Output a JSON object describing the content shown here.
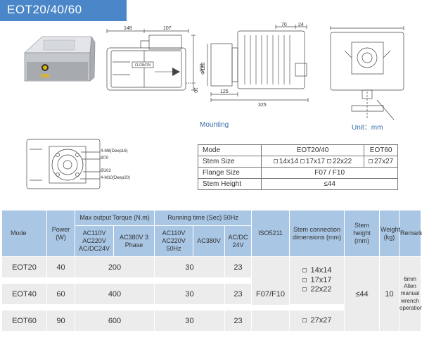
{
  "title": "EOT20/40/60",
  "drawing_dims": {
    "side_a": "148",
    "side_b": "107",
    "side_height": "153",
    "side_flange": "10",
    "front_diameter": "Φ120",
    "front_top_a": "70",
    "front_top_b": "24",
    "front_bottom_a": "125",
    "front_bottom_b": "325",
    "brand_plate": "FLOWON",
    "mount_label_1": "4-M8(Deep16)",
    "mount_label_2": "Ø70",
    "mount_label_3": "Ø102",
    "mount_label_4": "4-M10(Deep20)"
  },
  "captions": {
    "mounting": "Mounting",
    "unit": "Unit：mm"
  },
  "spec_table": {
    "rows": [
      {
        "label": "Mode",
        "a": "EOT20/40",
        "b": "EOT60"
      },
      {
        "label": "Stem Size",
        "a_items": [
          "14x14",
          "17x17",
          "22x22"
        ],
        "b_items": [
          "27x27"
        ]
      },
      {
        "label": "Flange Size",
        "merged": "F07 / F10"
      },
      {
        "label": "Stem Height",
        "merged": "≤44"
      }
    ]
  },
  "main_table": {
    "headers": {
      "mode": "Mode",
      "power": "Power (W)",
      "torque_group": "Max output Torque  (N.m)",
      "torque_col1": "AC110V AC220V AC/DC24V",
      "torque_col2": "AC380V 3 Phase",
      "runtime_group": "Running time (Sec) 50Hz",
      "runtime_col1": "AC110V AC220V 50Hz",
      "runtime_col2": "AC380V",
      "runtime_col3": "AC/DC 24V",
      "iso": "ISO5211",
      "stem_dim": "Stem connection dimensions (mm)",
      "stem_height": "Stem height (mm)",
      "weight": "Weight (kg)",
      "remark": "Remark"
    },
    "rows": [
      {
        "mode": "EOT20",
        "power": "40",
        "torque": "200",
        "runtime": "30",
        "runtime_dc": "23"
      },
      {
        "mode": "EOT40",
        "power": "60",
        "torque": "400",
        "runtime": "30",
        "runtime_dc": "23"
      },
      {
        "mode": "EOT60",
        "power": "90",
        "torque": "600",
        "runtime": "30",
        "runtime_dc": "23"
      }
    ],
    "iso_value": "F07/F10",
    "stem_dims_small": [
      "14x14",
      "17x17",
      "22x22"
    ],
    "stem_dims_large": [
      "27x27"
    ],
    "stem_height_value": "≤44",
    "weight_value": "10",
    "remark_value": "6mm Allen manual wrench operation"
  }
}
